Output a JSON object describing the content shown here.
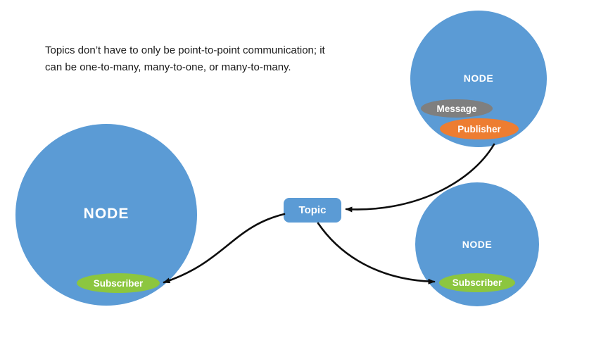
{
  "slide": {
    "description_line1": "Topics don’t have to only be point-to-point communication; it",
    "description_line2": "can be one-to-many, many-to-one, or many-to-many."
  },
  "topic_box": {
    "label": "Topic"
  },
  "nodes": {
    "left": {
      "label": "NODE",
      "badges": {
        "subscriber": "Subscriber"
      }
    },
    "top_right": {
      "label": "NODE",
      "badges": {
        "message": "Message",
        "publisher": "Publisher"
      }
    },
    "bottom_right": {
      "label": "NODE",
      "badges": {
        "subscriber": "Subscriber"
      }
    }
  },
  "colors": {
    "node_fill": "#5B9BD5",
    "topic_fill": "#5B9BD5",
    "subscriber_fill": "#8CC63F",
    "publisher_fill": "#ED7D31",
    "message_fill": "#7F7F7F",
    "arrow": "#0D0D0D",
    "text_on_fill": "#FFFFFF",
    "body_text": "#1A1A1A"
  }
}
